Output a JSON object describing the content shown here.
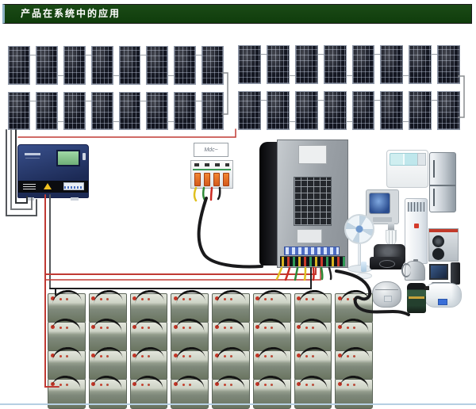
{
  "header": {
    "title": "产品在系统中的应用"
  },
  "diagram": {
    "solar_arrays": [
      {
        "id": "left",
        "rows": 2,
        "cols": 8
      },
      {
        "id": "right",
        "rows": 2,
        "cols": 8
      }
    ],
    "panel_total": 32,
    "breaker": {
      "label": "Mdc~",
      "poles": 4
    },
    "battery_bank": {
      "rows": 4,
      "per_row": 8,
      "total": 32
    },
    "appliances": [
      "washing-machine",
      "refrigerator",
      "crt-tv",
      "floor-air-conditioner",
      "pedestal-fan",
      "cfl-bulb",
      "outdoor-ac-unit",
      "motor-compressor",
      "table-lamp",
      "induction-cooker",
      "electric-kettle",
      "desktop-computer",
      "rice-cooker",
      "submersible-pump",
      "water-heater"
    ],
    "wire_colors": {
      "pv_positive": "#c03a34",
      "pv_negative": "#55585c",
      "battery_negative": "#1c1c1e",
      "ac_yellow": "#e0c020",
      "ac_green": "#2e8b38",
      "ac_red": "#cc2a22",
      "ac_black": "#1a1a1c"
    }
  },
  "repeat": {
    "panels_per_array": 16,
    "batteries_per_row": 8,
    "breaker_poles": 4
  },
  "colors": {
    "header_bg": "#123f10",
    "header_text": "#ffffff",
    "background": "#ffffff",
    "controller_body": "#223468",
    "inverter_back": "#a4aab0",
    "battery_body": "#79836f"
  }
}
